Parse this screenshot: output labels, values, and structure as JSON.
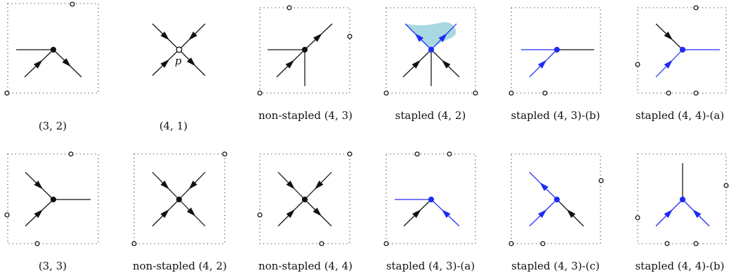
{
  "colors": {
    "ink": "#111111",
    "blue": "#1d2cf5",
    "shade": "#a8d8e2"
  },
  "panels": [
    {
      "caption": "(3, 2)",
      "p_label": ""
    },
    {
      "caption": "(4, 1)",
      "p_label": "p"
    },
    {
      "caption": "non-stapled (4, 3)",
      "p_label": ""
    },
    {
      "caption": "stapled (4, 2)",
      "p_label": ""
    },
    {
      "caption": "stapled (4, 3)-(b)",
      "p_label": ""
    },
    {
      "caption": "stapled (4, 4)-(a)",
      "p_label": ""
    },
    {
      "caption": "(3, 3)",
      "p_label": ""
    },
    {
      "caption": "non-stapled (4, 2)",
      "p_label": ""
    },
    {
      "caption": "non-stapled (4, 4)",
      "p_label": ""
    },
    {
      "caption": "stapled (4, 3)-(a)",
      "p_label": ""
    },
    {
      "caption": "stapled (4, 3)-(c)",
      "p_label": ""
    },
    {
      "caption": "stapled (4, 4)-(b)",
      "p_label": ""
    }
  ]
}
